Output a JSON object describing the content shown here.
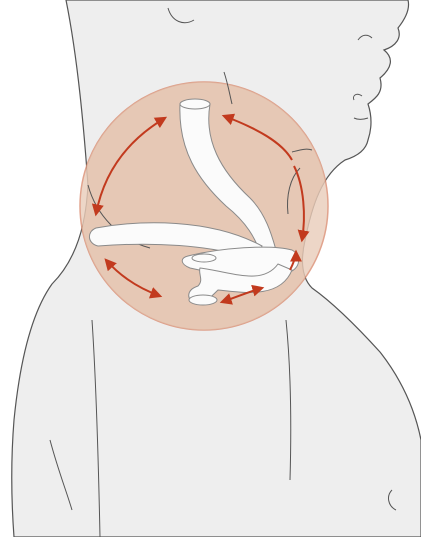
{
  "figure": {
    "subject": "human-head-neck-torso-silhouette",
    "overlay": "circular-highlight-region",
    "structure": "branched-tube",
    "arrow_count": 6
  },
  "colors": {
    "background": "#ffffff",
    "body_fill": "#eeeeee",
    "body_outline": "#555555",
    "circle_fill": "#e9cbb8",
    "circle_outline": "#d98a6e",
    "inner_tint": "#e2c2ac",
    "tube_fill": "#fbfbfb",
    "tube_outline": "#8a8a8a",
    "arrow": "#c23a1e"
  }
}
